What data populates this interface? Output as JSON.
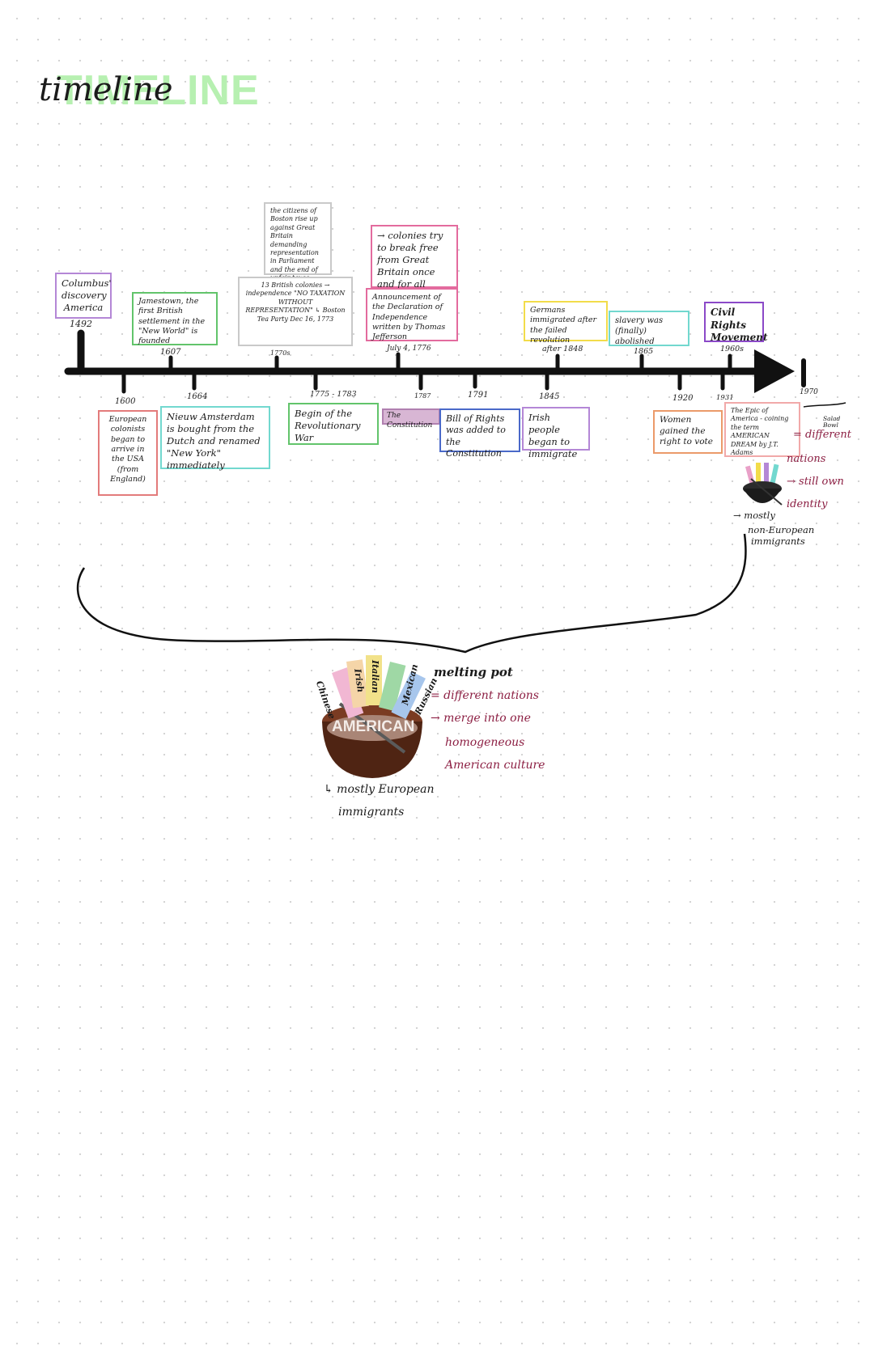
{
  "header": {
    "title_caps": "TIMELINE",
    "title_script": "timeline"
  },
  "colors": {
    "pink": "#e36b9e",
    "purple": "#b487d6",
    "green": "#62c46b",
    "gray": "#b9b9b9",
    "yellow": "#f2dc4a",
    "teal": "#72d8cf",
    "red": "#e37b7b",
    "blue": "#4a69c9",
    "orange": "#eb9a6a",
    "violet": "#8b49c8",
    "maroon": "#8c1f43",
    "mint": "#b7f0b1"
  },
  "timeline": {
    "above": [
      {
        "date": "1492",
        "text": "Columbus' discovery America"
      },
      {
        "date": "1607",
        "text": "Jamestown, the first British settlement in the \"New World\" is founded"
      },
      {
        "date": "1770s",
        "text": "13 British colonies → independence \"NO TAXATION WITHOUT REPRESENTATION\" ↳ Boston Tea Party Dec 16, 1773",
        "extra": "the citizens of Boston rise up against Great Britain demanding representation in Parliament and the end of unfair taxes"
      },
      {
        "date": "July 4, 1776",
        "text": "Announcement of the Declaration of Independence written by Thomas Jefferson",
        "extra": "→ colonies try to break free from Great Britain once and for all"
      },
      {
        "date": "after 1848",
        "text": "Germans immigrated after the failed revolution"
      },
      {
        "date": "1865",
        "text": "slavery was (finally) abolished"
      },
      {
        "date": "1960s",
        "text": "Civil Rights Movement"
      }
    ],
    "below": [
      {
        "date": "1600",
        "text": "European colonists began to arrive in the USA (from England)"
      },
      {
        "date": "1664",
        "text": "Nieuw Amsterdam is bought from the Dutch and renamed \"New York\" immediately"
      },
      {
        "date": "1775 - 1783",
        "text": "Begin of the Revolutionary War"
      },
      {
        "date": "1787",
        "text": "The Constitution"
      },
      {
        "date": "1791",
        "text": "Bill of Rights was added to the Constitution"
      },
      {
        "date": "1845",
        "text": "Irish people began to immigrate"
      },
      {
        "date": "1920",
        "text": "Women gained the right to vote"
      },
      {
        "date": "1931",
        "text": "The Epic of America - coining the term AMERICAN DREAM by J.T. Adams"
      }
    ],
    "end_date": "1970"
  },
  "salad_bowl": {
    "label": "Salad Bowl",
    "equals": "= different",
    "line2": "nations",
    "arrow_text": "→ still own",
    "line4": "identity",
    "note1": "→ mostly",
    "note2": "non-European",
    "note3": "immigrants"
  },
  "melting_pot": {
    "flags": [
      "Chinese",
      "Irish",
      "Italian",
      "Mexican",
      "Russian"
    ],
    "bowl_label": "AMERICAN",
    "title": "melting pot",
    "line1": "= different nations",
    "line2": "→ merge into one",
    "line3": "homogeneous",
    "line4": "American culture",
    "footer1": "↳ mostly European",
    "footer2": "immigrants"
  }
}
